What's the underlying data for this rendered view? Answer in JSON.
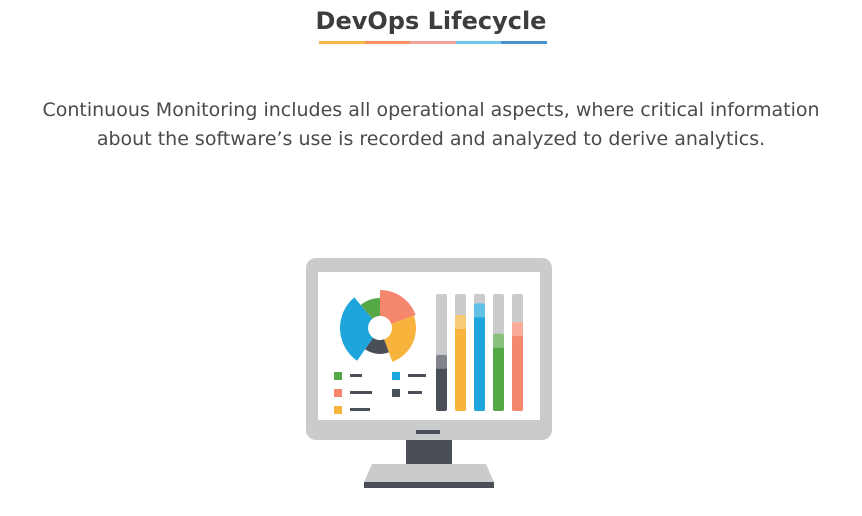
{
  "header": {
    "title": "DevOps Lifecycle"
  },
  "body": {
    "description": "Continuous Monitoring includes all operational aspects, where critical information about the software’s use is recorded and analyzed to derive analytics."
  },
  "colors": {
    "title_text": "#3d3d3d",
    "description_text": "#4a4a4a",
    "underline": [
      "#f7b84b",
      "#f6915f",
      "#f1a39a",
      "#6ec7e6",
      "#4a8fcf"
    ],
    "monitor_frame": "#c9cbcd",
    "screen": "#ffffff",
    "stand": "#4a4e57",
    "chart_blue": "#1ea5dc",
    "chart_green": "#56a846",
    "chart_salmon": "#f5876c",
    "chart_orange": "#f7b33b",
    "chart_dark": "#4a4e57",
    "bar_track": "#c9cbcd"
  },
  "illustration": {
    "icon": "monitor-analytics-icon",
    "bar_levels": [
      0.48,
      0.82,
      0.92,
      0.66,
      0.76
    ]
  }
}
